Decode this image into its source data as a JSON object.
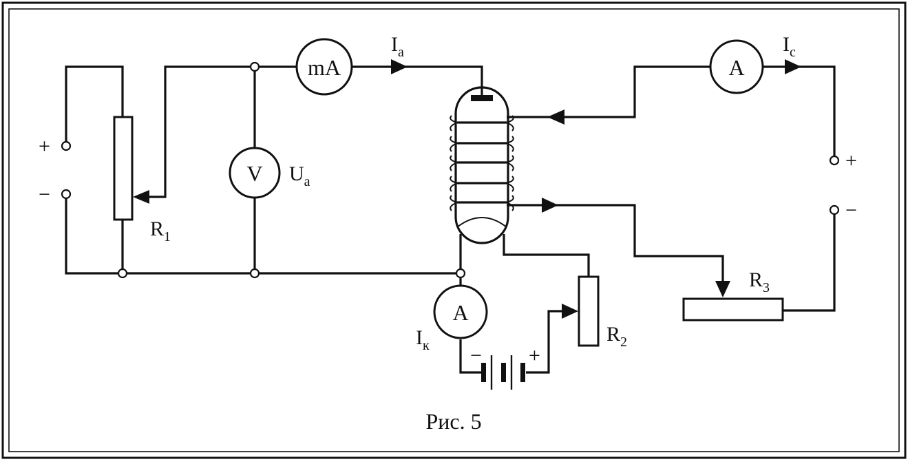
{
  "figure": {
    "caption": "Рис. 5"
  },
  "meters": {
    "milliammeter": "mA",
    "voltmeter": "V",
    "ammeter_grid": "A",
    "ammeter_cathode": "A"
  },
  "labels": {
    "anode_current": {
      "main": "I",
      "sub": "a"
    },
    "grid_current": {
      "main": "I",
      "sub": "c"
    },
    "cathode_current": {
      "main": "I",
      "sub": "к"
    },
    "anode_voltage": {
      "main": "U",
      "sub": "a"
    },
    "r1": {
      "main": "R",
      "sub": "1"
    },
    "r2": {
      "main": "R",
      "sub": "2"
    },
    "r3": {
      "main": "R",
      "sub": "3"
    }
  },
  "terminals": {
    "left_plus": "+",
    "left_minus": "−",
    "right_plus": "+",
    "right_minus": "−",
    "battery_minus": "−",
    "battery_plus": "+"
  }
}
